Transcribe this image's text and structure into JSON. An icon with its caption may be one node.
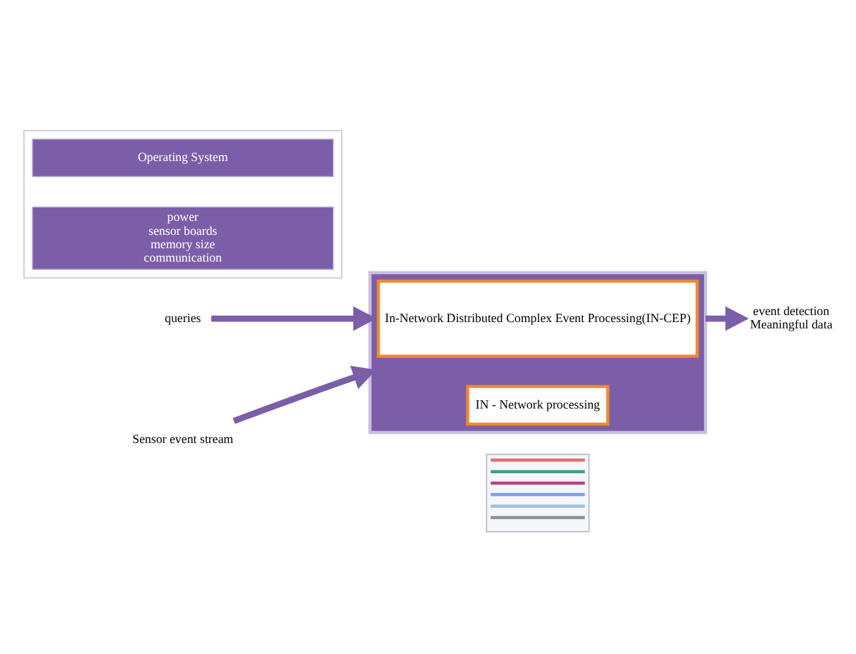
{
  "diagram": {
    "nodes": [
      {
        "text": [],
        "shape": "box"
      },
      {
        "text": [
          "In-Network Distributed Complex Event Processing(IN-CEP)"
        ],
        "in": 0
      },
      {
        "text": [
          "IN - Network processing"
        ],
        "in": 0
      },
      {
        "text": [
          "queries"
        ]
      },
      {
        "text": [
          "Sensor event stream"
        ]
      },
      {
        "text": [],
        "shape": "picture"
      },
      {
        "text": [
          "event detection",
          "Meaningful data"
        ]
      },
      {
        "text": [],
        "shape": "box"
      },
      {
        "text": [
          "Operating System"
        ],
        "in": 7
      },
      {
        "text": [
          "power",
          "sensor boards",
          "memory size",
          "communication"
        ],
        "in": 7
      }
    ],
    "edges": [
      {
        "from": 3,
        "to": 0,
        "arrow": "to"
      },
      {
        "from": 4,
        "to": 0,
        "arrow": "to"
      },
      {
        "from": 0,
        "to": 6,
        "arrow": "to"
      }
    ]
  }
}
